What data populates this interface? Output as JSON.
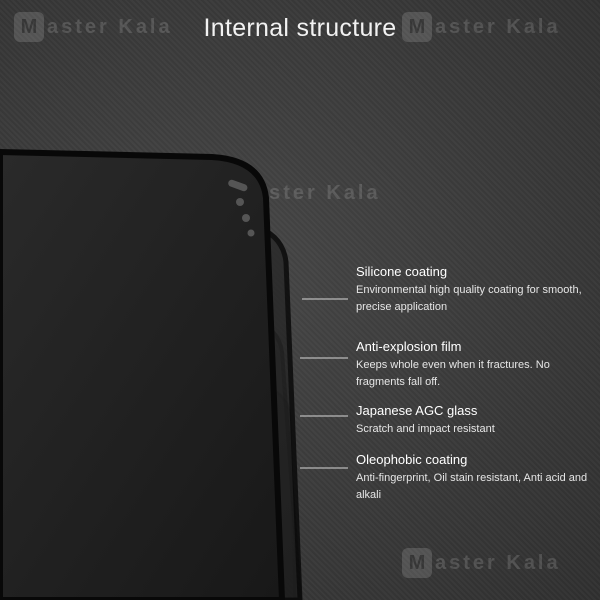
{
  "title": "Internal structure",
  "watermark": {
    "mark": "M",
    "text": "aster Kala"
  },
  "layers": [
    {
      "name": "Silicone coating",
      "description": "Environmental high quality coating for smooth, precise application"
    },
    {
      "name": "Anti-explosion film",
      "description": "Keeps whole even when it fractures. No fragments fall off."
    },
    {
      "name": "Japanese AGC glass",
      "description": "Scratch and impact resistant"
    },
    {
      "name": "Oleophobic coating",
      "description": "Anti-fingerprint, Oil stain resistant, Anti acid and alkali"
    }
  ],
  "colors": {
    "background": "#3b3b3b",
    "glass": "#1c1c1c",
    "edge": "#0c0c0c",
    "leader": "#d8d8d8"
  }
}
